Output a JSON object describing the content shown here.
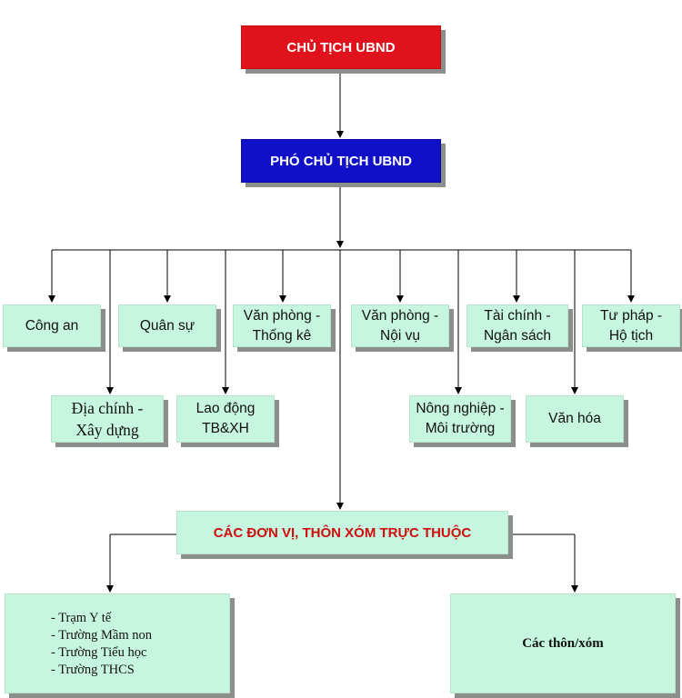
{
  "colors": {
    "leader_box": "#e0121b",
    "deputy_box": "#1010c8",
    "unit_box": "#c6f5e0",
    "heading_text": "#d00d0d",
    "line": "#000000"
  },
  "leadership": {
    "chairman": "CHỦ TỊCH UBND",
    "vice_chairman": "PHÓ CHỦ TỊCH UBND"
  },
  "departments": [
    {
      "line1": "Công an",
      "line2": ""
    },
    {
      "line1": "Địa chính -",
      "line2": "Xây dựng"
    },
    {
      "line1": "Quân sự",
      "line2": ""
    },
    {
      "line1": "Lao động",
      "line2": "TB&XH"
    },
    {
      "line1": "Văn phòng -",
      "line2": "Thống kê"
    },
    {
      "line1": "Văn phòng -",
      "line2": "Nội vụ"
    },
    {
      "line1": "Nông nghiệp -",
      "line2": "Môi trường"
    },
    {
      "line1": "Tài chính -",
      "line2": "Ngân sách"
    },
    {
      "line1": "Văn hóa",
      "line2": ""
    },
    {
      "line1": "Tư pháp -",
      "line2": "Hộ tịch"
    }
  ],
  "affiliated": {
    "title": "CÁC ĐƠN VỊ, THÔN XÓM TRỰC THUỘC",
    "institutions": [
      "- Trạm Y tế",
      "- Trường Mầm non",
      "- Trường Tiểu học",
      "- Trường THCS"
    ],
    "villages": "Các thôn/xóm"
  }
}
